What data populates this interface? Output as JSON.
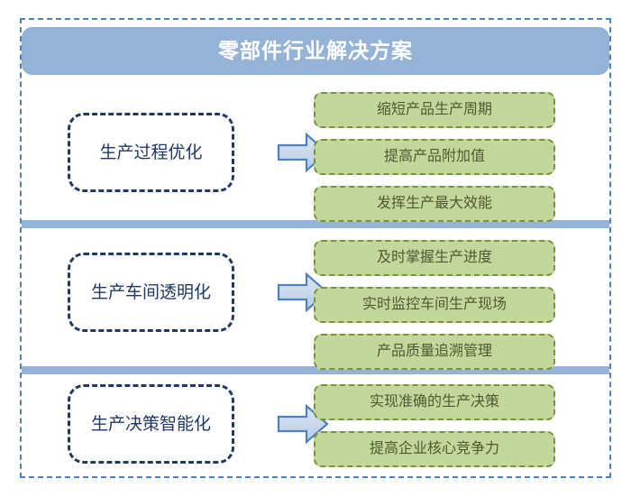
{
  "frame": {
    "border_color": "#4f81bd",
    "style": "dashed"
  },
  "title": {
    "text": "零部件行业解决方案",
    "background_color": "#95b3d7",
    "text_color": "#ffffff"
  },
  "divider": {
    "color": "#95b3d7"
  },
  "palette": {
    "category_border": "#1f3864",
    "category_text": "#1f3864",
    "outcome_fill": "#c3d69b",
    "outcome_border": "#77933c",
    "outcome_text": "#4e5b31",
    "arrow_fill": "#c6d9f0",
    "arrow_border": "#4f81bd"
  },
  "arrow_icon": "right-block-arrow-icon",
  "sections": [
    {
      "category": "生产过程优化",
      "outcomes": [
        "缩短产品生产周期",
        "提高产品附加值",
        "发挥生产最大效能"
      ]
    },
    {
      "category": "生产车间透明化",
      "outcomes": [
        "及时掌握生产进度",
        "实时监控车间生产现场",
        "产品质量追溯管理"
      ]
    },
    {
      "category": "生产决策智能化",
      "outcomes": [
        "实现准确的生产决策",
        "提高企业核心竞争力"
      ]
    }
  ]
}
